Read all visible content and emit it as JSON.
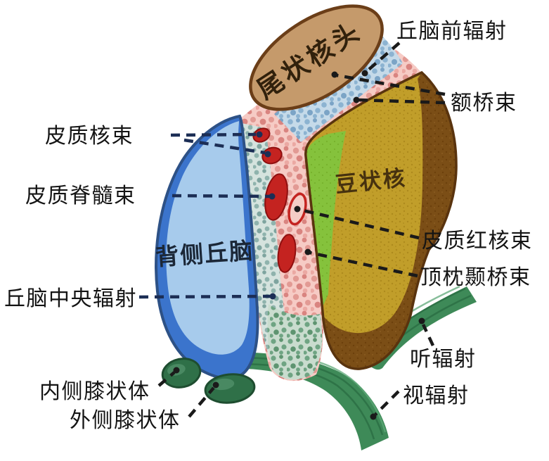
{
  "labels": {
    "caudate_head": "尾状核头",
    "anterior_thalamic_radiation": "丘脑前辐射",
    "frontopontine_tract": "额桥束",
    "corticonuclear_tract": "皮质核束",
    "corticospinal_tract": "皮质脊髓束",
    "dorsal_thalamus": "背侧丘脑",
    "central_thalamic_radiation": "丘脑中央辐射",
    "lentiform_nucleus": "豆状核",
    "corticorubral_tract": "皮质红核束",
    "parieto_occipito_temporal_pontine_tract": "顶枕颞桥束",
    "acoustic_radiation": "听辐射",
    "optic_radiation": "视辐射",
    "medial_geniculate_body": "内侧膝状体",
    "lateral_geniculate_body": "外侧膝状体"
  },
  "colors": {
    "background": "#ffffff",
    "label_text": "#141414",
    "caudate_fill": "#C59A6B",
    "caudate_stroke": "#6B3E18",
    "caudate_text": "#31210C",
    "capsule_pink_bg": "#F6CBC5",
    "capsule_blue_bg": "#C5DAE9",
    "capsule_teal_bg": "#D5E3DE",
    "capsule_green_bg": "#C9DCCE",
    "thalamus_rim": "#3B74CC",
    "thalamus_fill": "#A7CBEC",
    "thalamus_stroke": "#2D5186",
    "thalamus_text": "#1B2737",
    "lentiform_gold": "#C19E2A",
    "lentiform_green": "#85C23C",
    "lentiform_brown": "#7B4E16",
    "lentiform_stroke": "#59330E",
    "lentiform_text": "#46310F",
    "band_green": "#3E8A58",
    "band_stripe_dark": "#2A6B42",
    "geniculate_fill": "#2F7048",
    "geniculate_stroke": "#1E4D30",
    "fiber_red": "#C42320",
    "fiber_red_stroke": "#8F0F0F",
    "ring_fill": "#F4CDC6",
    "leader_dark": "#1a1a1a",
    "leader_navy": "#1c2e55"
  }
}
